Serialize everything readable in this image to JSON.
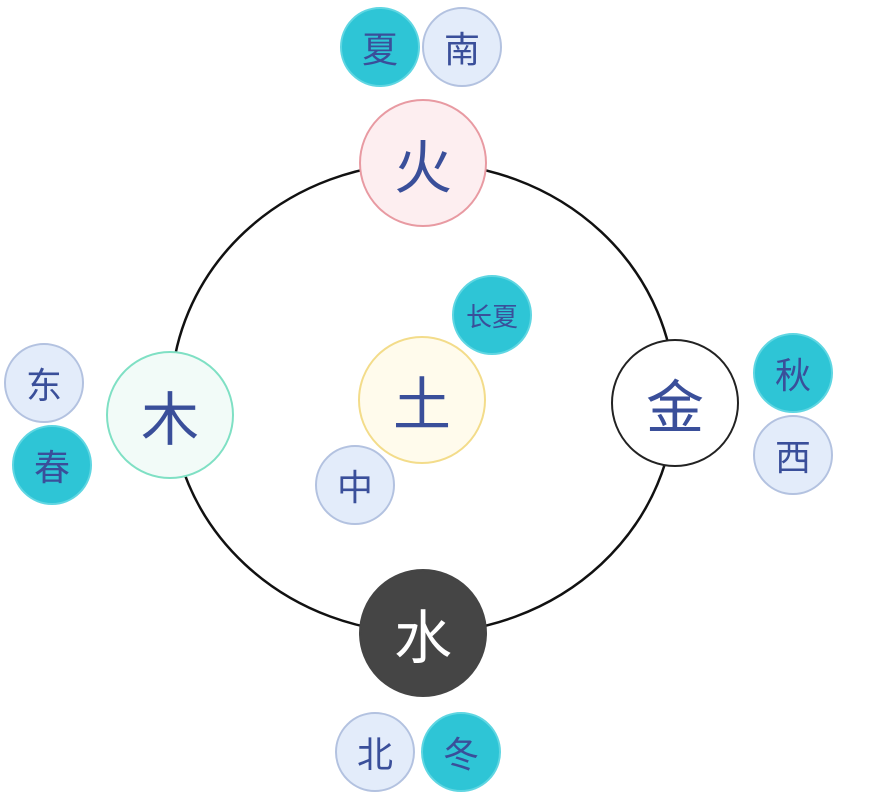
{
  "elements": {
    "fire": {
      "label": "火",
      "season": "夏",
      "direction": "南"
    },
    "wood": {
      "label": "木",
      "season": "春",
      "direction": "东"
    },
    "earth": {
      "label": "土",
      "season": "长夏",
      "direction": "中"
    },
    "metal": {
      "label": "金",
      "season": "秋",
      "direction": "西"
    },
    "water": {
      "label": "水",
      "season": "冬",
      "direction": "北"
    }
  },
  "colors": {
    "season_fill": "#2ec5d6",
    "direction_fill": "#e3ecfa",
    "text": "#3a4f9a",
    "fire_border": "#e89aa2",
    "wood_border": "#7fe0c4",
    "earth_border": "#f3dc8a",
    "metal_border": "#222222",
    "water_fill": "#454545"
  }
}
